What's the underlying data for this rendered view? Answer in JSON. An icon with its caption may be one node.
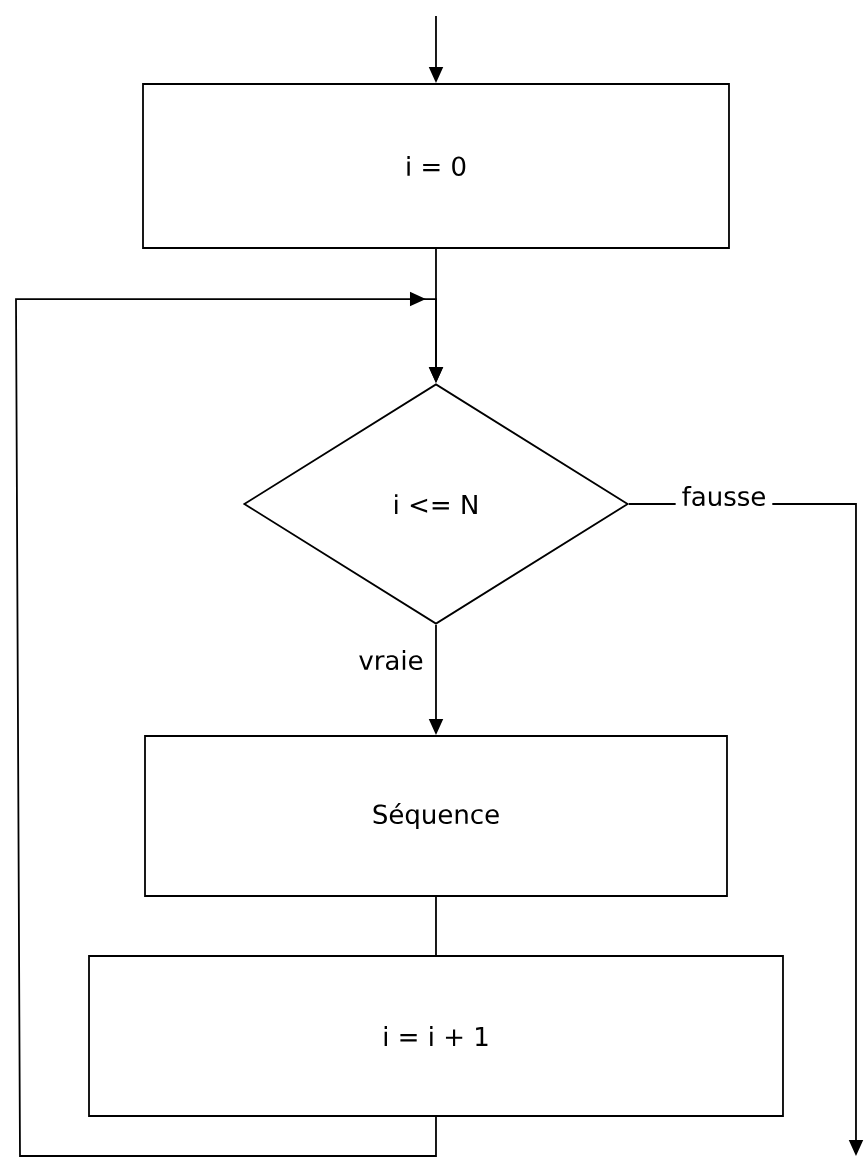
{
  "diagram": {
    "nodes": [
      {
        "text": [
          "i = 0"
        ]
      },
      {
        "text": [
          "i <= N"
        ]
      },
      {
        "text": [
          "Séquence"
        ]
      },
      {
        "text": [
          "i = i + 1"
        ]
      }
    ],
    "edges": [
      {
        "from": null,
        "to": 0,
        "arrow": "to"
      },
      {
        "from": 0,
        "to": 1,
        "arrow": "to"
      },
      {
        "from": 1,
        "to": 2,
        "arrow": "to",
        "label": "vraie"
      },
      {
        "from": 2,
        "to": 3,
        "arrow": "none"
      },
      {
        "from": 3,
        "to": 1,
        "arrow": "to"
      },
      {
        "from": 1,
        "to": null,
        "arrow": "to",
        "label": "fausse"
      }
    ]
  }
}
